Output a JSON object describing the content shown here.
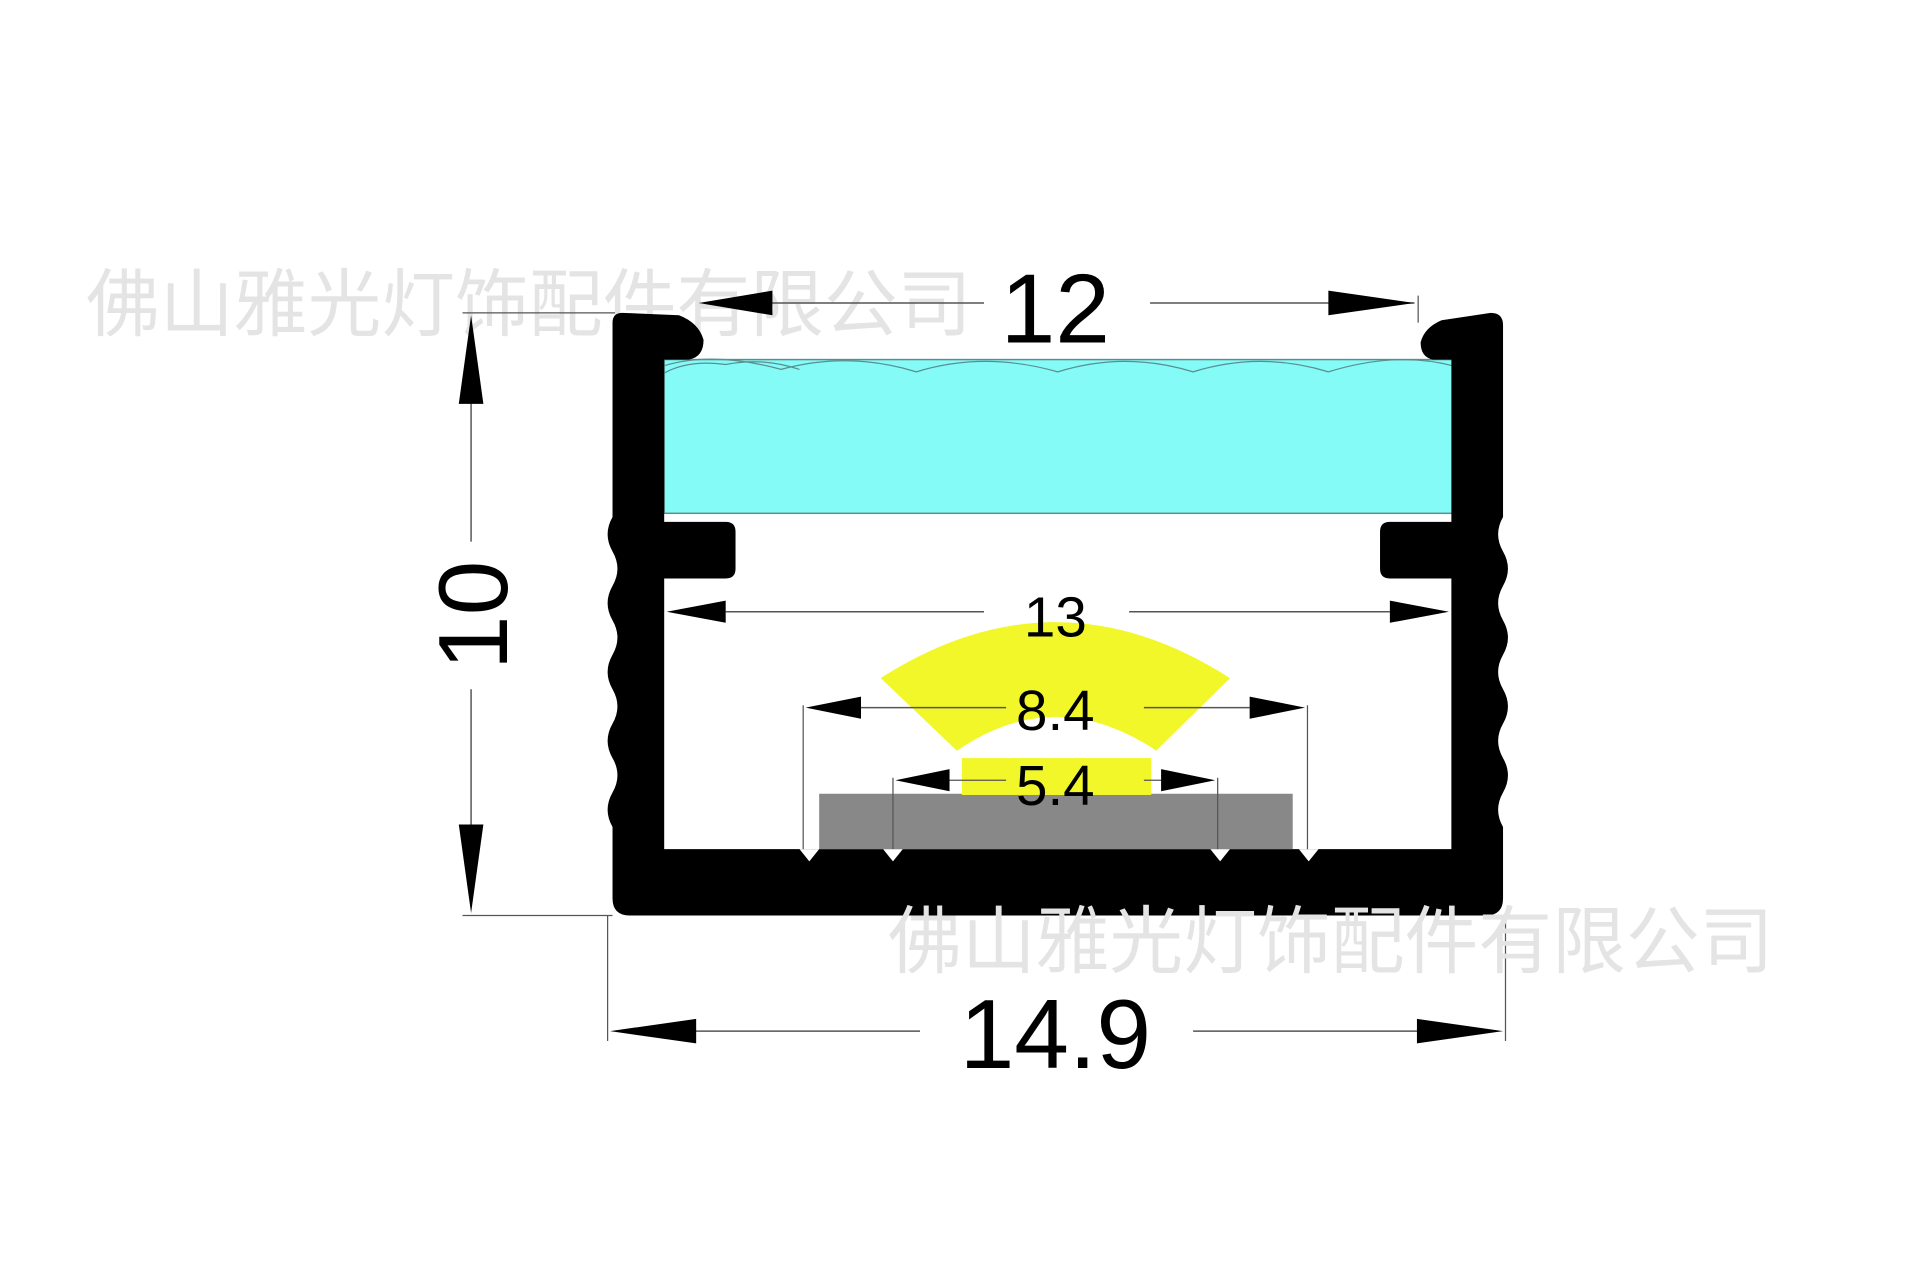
{
  "watermarks": [
    {
      "text": "佛山雅光灯饰配件有限公司",
      "position": "top-left"
    },
    {
      "text": "佛山雅光灯饰配件有限公司",
      "position": "bottom-right"
    }
  ],
  "dimensions": {
    "top_opening": "12",
    "height": "10",
    "inner_width": "13",
    "beam_outer": "8.4",
    "led_chip": "5.4",
    "overall_width": "14.9"
  },
  "colors": {
    "profile": "#000000",
    "diffuser": "#85fbf8",
    "light_beam": "#f2f72a",
    "pcb_strip": "#888888",
    "dimension_line": "#555555"
  },
  "components": {
    "profile": "Aluminium U-channel profile (black cross-section)",
    "diffuser": "Cyan lens / diffuser cover",
    "beam": "Yellow light emission fan",
    "strip": "Grey LED strip / PCB"
  }
}
